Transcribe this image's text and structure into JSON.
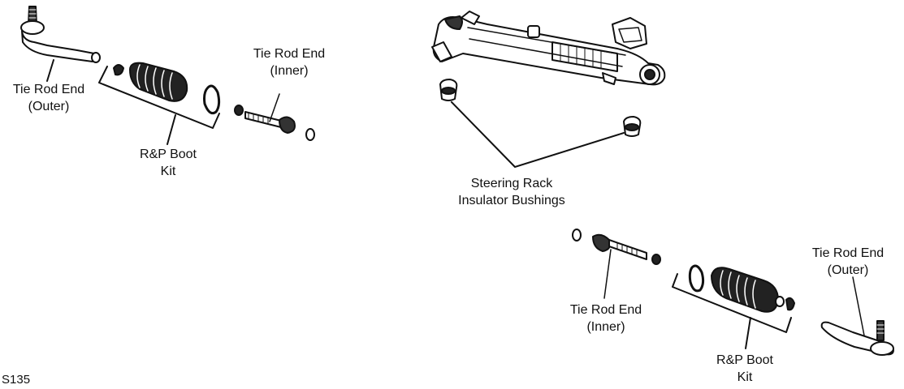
{
  "labels": {
    "tie_rod_end_outer_left": [
      "Tie Rod End",
      "(Outer)"
    ],
    "tie_rod_end_inner_left": [
      "Tie Rod End",
      "(Inner)"
    ],
    "rp_boot_kit_left": [
      "R&P Boot",
      "Kit"
    ],
    "steering_rack_bushings": [
      "Steering Rack",
      "Insulator Bushings"
    ],
    "tie_rod_end_inner_right": [
      "Tie Rod End",
      "(Inner)"
    ],
    "tie_rod_end_outer_right": [
      "Tie Rod End",
      "(Outer)"
    ],
    "rp_boot_kit_right": [
      "R&P Boot",
      "Kit"
    ]
  },
  "figure_code": "S135"
}
